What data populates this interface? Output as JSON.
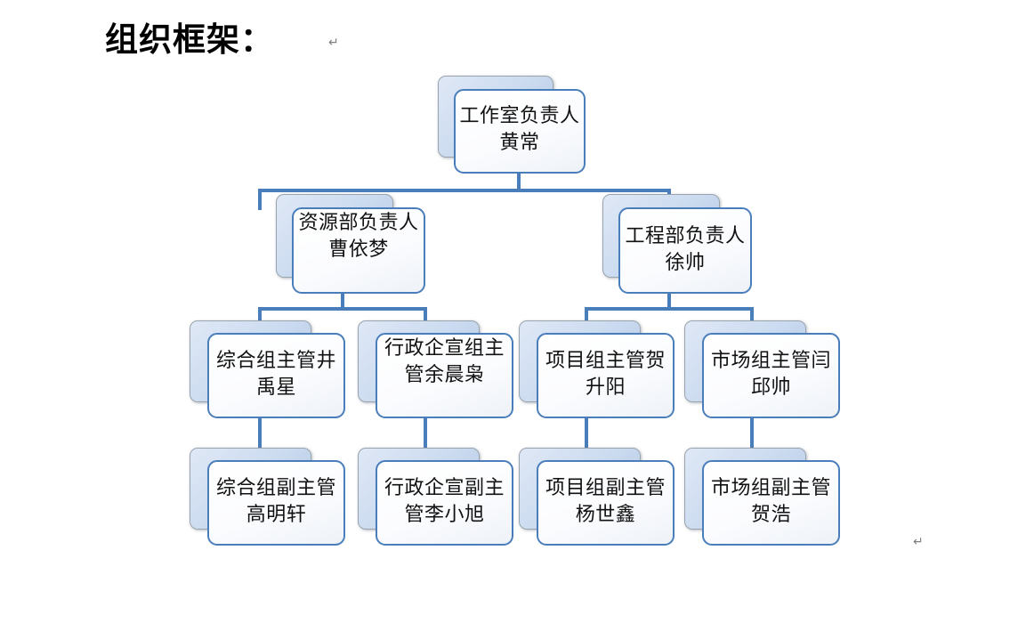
{
  "page": {
    "title": "组织框架：",
    "paragraph_mark": "↵",
    "background_color": "#ffffff"
  },
  "theme": {
    "connector_color": "#4a7ebb",
    "box_border_color": "#4a7ebb",
    "box_fill_color": "#ffffff",
    "shadow_box_fill_from": "#dfe8f6",
    "shadow_box_fill_to": "#b2c8e4",
    "shadow_box_border_color": "#9aa4ae",
    "text_color": "#111111",
    "pilcrow_color": "#808080"
  },
  "chart_data": {
    "type": "diagram",
    "diagram_type": "organization-chart",
    "title": "组织框架：",
    "levels": 4,
    "nodes": [
      {
        "id": "n1",
        "label": "工作室负责人黄常",
        "level": 1,
        "parent": null
      },
      {
        "id": "n2",
        "label": "资源部负责人曹依梦",
        "level": 2,
        "parent": "n1"
      },
      {
        "id": "n3",
        "label": "工程部负责人徐帅",
        "level": 2,
        "parent": "n1"
      },
      {
        "id": "n4",
        "label": "综合组主管井禹星",
        "level": 3,
        "parent": "n2"
      },
      {
        "id": "n5",
        "label": "行政企宣组主管余晨枭",
        "level": 3,
        "parent": "n2"
      },
      {
        "id": "n6",
        "label": "项目组主管贺升阳",
        "level": 3,
        "parent": "n3"
      },
      {
        "id": "n7",
        "label": "市场组主管闫邱帅",
        "level": 3,
        "parent": "n3"
      },
      {
        "id": "n8",
        "label": "综合组副主管高明轩",
        "level": 4,
        "parent": "n4"
      },
      {
        "id": "n9",
        "label": "行政企宣副主管李小旭",
        "level": 4,
        "parent": "n5"
      },
      {
        "id": "n10",
        "label": "项目组副主管杨世鑫",
        "level": 4,
        "parent": "n6"
      },
      {
        "id": "n11",
        "label": "市场组副主管贺浩",
        "level": 4,
        "parent": "n7"
      }
    ]
  }
}
